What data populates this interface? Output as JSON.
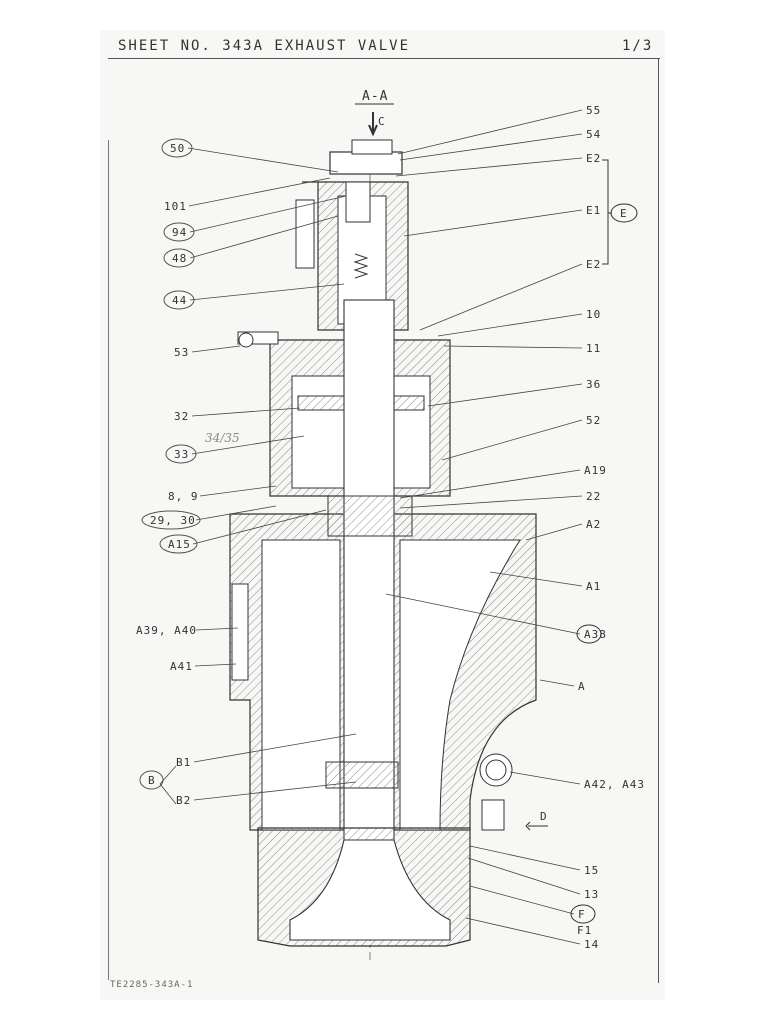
{
  "sheet": {
    "header_left": "SHEET NO. 343A  EXHAUST VALVE",
    "header_right": "1/3",
    "footer": "TE2285-343A-1"
  },
  "section_label": "A-A",
  "view_arrow": "C",
  "handwritten_note": "34/35",
  "detail_arrow": "D",
  "right_labels": [
    "55",
    "54",
    "E2",
    "E1",
    "E2",
    "10",
    "11",
    "36",
    "52",
    "A19",
    "22",
    "A2",
    "A1",
    "A38",
    "A",
    "A42, A43",
    "15",
    "13",
    "F",
    "F1",
    "14"
  ],
  "group_label_E": "E",
  "left_labels": [
    "50",
    "101",
    "94",
    "48",
    "44",
    "53",
    "32",
    "33",
    "8, 9",
    "29, 30",
    "A15",
    "A39, A40",
    "A41",
    "B1",
    "B",
    "B2"
  ],
  "colors": {
    "ink": "#333333",
    "hatch": "#8a8a8a",
    "paper": "#f7f7f5"
  }
}
